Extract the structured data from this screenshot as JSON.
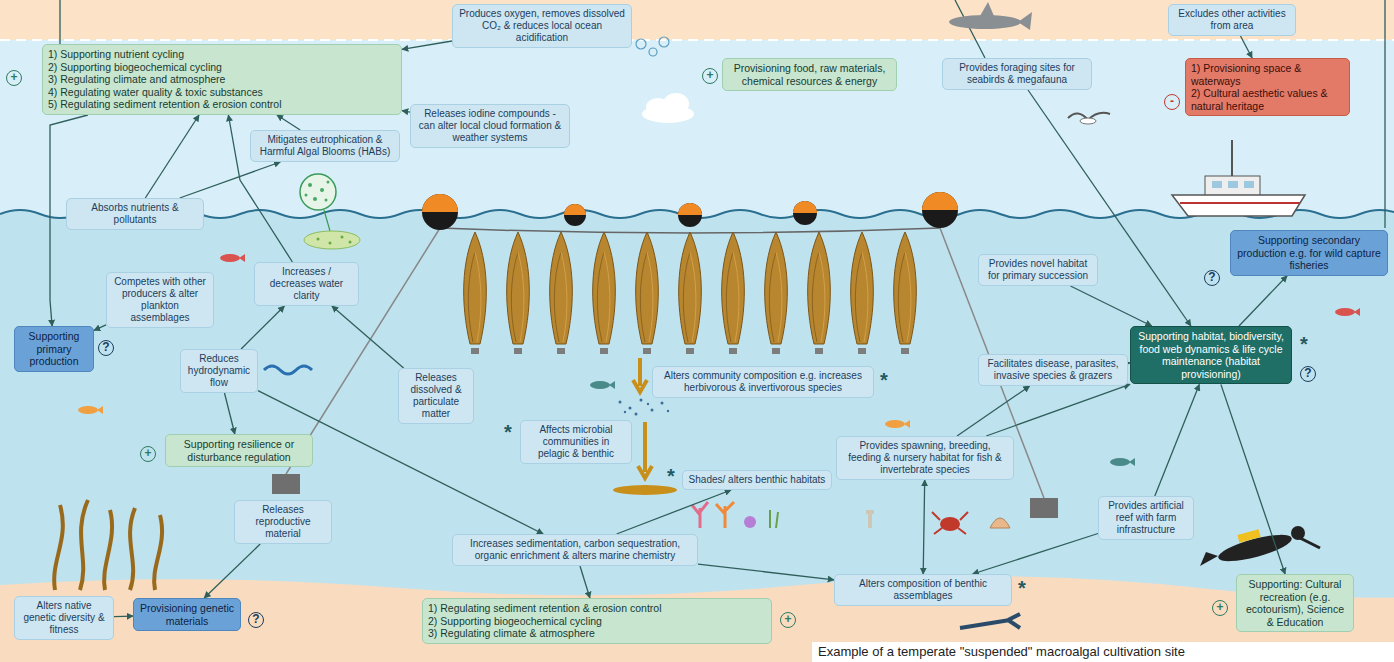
{
  "diagram": {
    "caption": "Example of a temperate \"suspended\" macroalgal cultivation site",
    "nodes": [
      {
        "text": [
          "1) Supporting nutrient cycling",
          "2) Supporting biogeochemical cycling",
          "3) Regulating climate and atmosphere",
          "4) Regulating water quality & toxic substances",
          "5) Regulating sediment retention & erosion control"
        ]
      },
      {
        "text": [
          "Produces oxygen, removes dissolved CO₂ & reduces local ocean acidification"
        ]
      },
      {
        "text": [
          "Provisioning food, raw materials, chemical resources & energy"
        ]
      },
      {
        "text": [
          "Provides foraging sites for seabirds & megafauna"
        ]
      },
      {
        "text": [
          "Excludes other activities from area"
        ]
      },
      {
        "text": [
          "1) Provisioning space & waterways",
          "2) Cultural aesthetic values & natural heritage"
        ]
      },
      {
        "text": [
          "Releases iodine compounds - can alter local cloud formation & weather systems"
        ]
      },
      {
        "text": [
          "Mitigates eutrophication & Harmful Algal Blooms (HABs)"
        ]
      },
      {
        "text": [
          "Absorbs nutrients & pollutants"
        ]
      },
      {
        "text": [
          "Competes with other producers & alter plankton assemblages"
        ]
      },
      {
        "text": [
          "Increases / decreases water clarity"
        ]
      },
      {
        "text": [
          "Supporting primary production"
        ]
      },
      {
        "text": [
          "Reduces hydrodynamic flow"
        ]
      },
      {
        "text": [
          "Releases dissolved & particulate matter"
        ]
      },
      {
        "text": [
          "Supporting resilience or disturbance regulation"
        ]
      },
      {
        "text": [
          "Alters community composition e.g. increases herbivorous & invertivorous species"
        ]
      },
      {
        "text": [
          "Affects microbial communities in pelagic & benthic"
        ]
      },
      {
        "text": [
          "Shades/ alters benthic habitats"
        ]
      },
      {
        "text": [
          "Provides novel habitat for primary succession"
        ]
      },
      {
        "text": [
          "Facilitates disease, parasites, invasive species & grazers"
        ]
      },
      {
        "text": [
          "Supporting habitat, biodiversity, food web dynamics & life cycle maintenance (habitat provisioning)"
        ]
      },
      {
        "text": [
          "Supporting secondary production e.g. for wild capture fisheries"
        ]
      },
      {
        "text": [
          "Provides spawning, breeding, feeding & nursery habitat for fish & invertebrate species"
        ]
      },
      {
        "text": [
          "Provides artificial reef with farm infrastructure"
        ]
      },
      {
        "text": [
          "Increases sedimentation, carbon sequestration, organic enrichment & alters marine chemistry"
        ]
      },
      {
        "text": [
          "Alters composition of benthic assemblages"
        ]
      },
      {
        "text": [
          "Releases reproductive material"
        ]
      },
      {
        "text": [
          "Alters native genetic diversity & fitness"
        ]
      },
      {
        "text": [
          "Provisioning genetic materials"
        ]
      },
      {
        "text": [
          "1) Regulating sediment retention & erosion control",
          "2) Supporting biogeochemical cycling",
          "3) Regulating climate & atmosphere"
        ]
      },
      {
        "text": [
          "Supporting: Cultural recreation (e.g. ecotourism), Science & Education"
        ]
      }
    ],
    "edges": [
      {
        "from": 8,
        "to": 0,
        "arrow": "to"
      },
      {
        "from": 8,
        "to": 7,
        "arrow": "to"
      },
      {
        "from": 7,
        "to": 0,
        "arrow": "to"
      },
      {
        "from": 9,
        "to": 11,
        "arrow": "to"
      },
      {
        "from": 0,
        "to": 11,
        "arrow": "to"
      },
      {
        "from": 10,
        "to": 0,
        "arrow": "to"
      },
      {
        "from": 12,
        "to": 10,
        "arrow": "to"
      },
      {
        "from": 13,
        "to": 10,
        "arrow": "to"
      },
      {
        "from": 12,
        "to": 14,
        "arrow": "to"
      },
      {
        "from": 12,
        "to": 24,
        "arrow": "to"
      },
      {
        "from": 6,
        "to": 0,
        "arrow": "to"
      },
      {
        "from": 1,
        "to": 0,
        "arrow": "to"
      },
      {
        "from": 24,
        "to": 29,
        "arrow": "to"
      },
      {
        "from": 24,
        "to": 17,
        "arrow": "to"
      },
      {
        "from": 24,
        "to": 25,
        "arrow": "to"
      },
      {
        "from": 26,
        "to": 28,
        "arrow": "to"
      },
      {
        "from": 27,
        "to": 28,
        "arrow": "to"
      },
      {
        "from": 22,
        "to": 20,
        "arrow": "to"
      },
      {
        "from": 22,
        "to": 19,
        "arrow": "to"
      },
      {
        "from": 22,
        "to": 25,
        "arrow": "both"
      },
      {
        "from": 23,
        "to": 25,
        "arrow": "to"
      },
      {
        "from": 23,
        "to": 20,
        "arrow": "to"
      },
      {
        "from": 19,
        "to": 20,
        "arrow": "to"
      },
      {
        "from": 18,
        "to": 20,
        "arrow": "to"
      },
      {
        "from": 3,
        "to": 20,
        "arrow": "to"
      },
      {
        "from": 20,
        "to": 21,
        "arrow": "to"
      },
      {
        "from": 20,
        "to": 30,
        "arrow": "to"
      },
      {
        "from": 4,
        "to": 5,
        "arrow": "to"
      }
    ],
    "labels": [
      "+",
      "+",
      "-",
      "?",
      "?",
      "+",
      "*",
      "?",
      "*",
      "*",
      "*",
      "*",
      "?",
      "+",
      "+"
    ]
  }
}
